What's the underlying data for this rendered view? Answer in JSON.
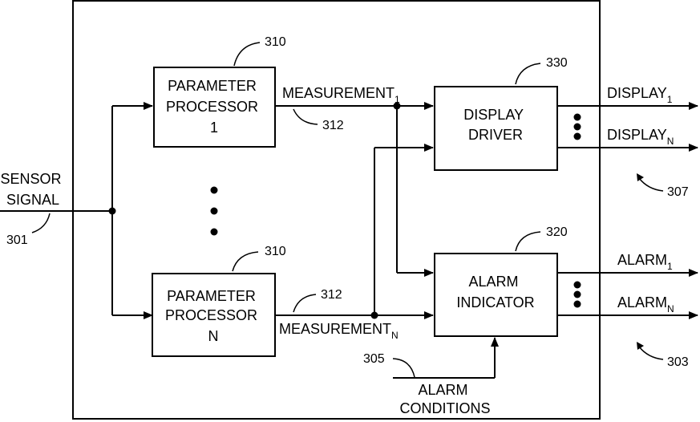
{
  "inputs": {
    "sensor_signal": [
      "SENSOR",
      "SIGNAL"
    ],
    "alarm_conditions": [
      "ALARM",
      "CONDITIONS"
    ]
  },
  "blocks": {
    "parameter_processor_1": [
      "PARAMETER",
      "PROCESSOR",
      "1"
    ],
    "parameter_processor_n": [
      "PARAMETER",
      "PROCESSOR",
      "N"
    ],
    "display_driver": [
      "DISPLAY",
      "DRIVER"
    ],
    "alarm_indicator": [
      "ALARM",
      "INDICATOR"
    ]
  },
  "signals": {
    "measurement_1": {
      "label": "MEASUREMENT",
      "sub": "1"
    },
    "measurement_n": {
      "label": "MEASUREMENT",
      "sub": "N"
    }
  },
  "outputs": {
    "display_1": {
      "label": "DISPLAY",
      "sub": "1"
    },
    "display_n": {
      "label": "DISPLAY",
      "sub": "N"
    },
    "alarm_1": {
      "label": "ALARM",
      "sub": "1"
    },
    "alarm_n": {
      "label": "ALARM",
      "sub": "N"
    }
  },
  "refs": {
    "processor_top": "310",
    "processor_bottom": "310",
    "measurement_top": "312",
    "measurement_bottom": "312",
    "display_driver": "330",
    "alarm_indicator": "320",
    "display_outputs": "307",
    "alarm_outputs": "303",
    "sensor_signal": "301",
    "alarm_conditions": "305"
  }
}
